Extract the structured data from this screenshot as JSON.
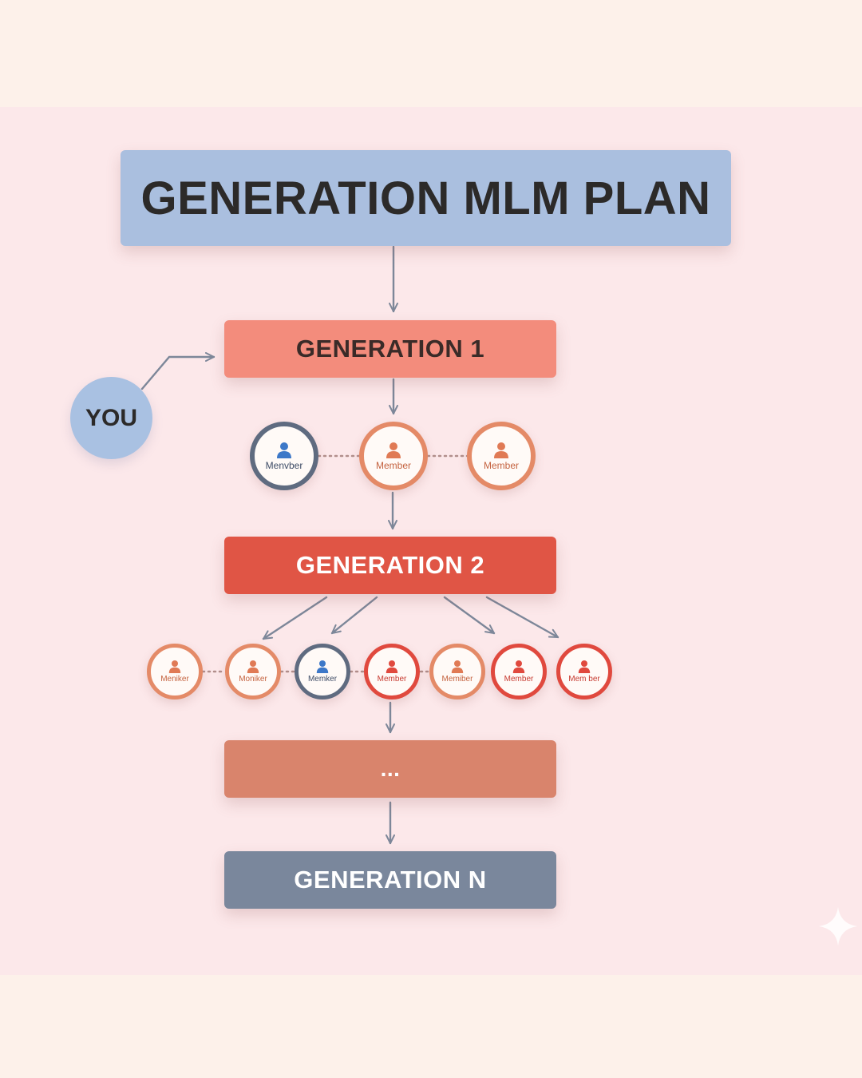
{
  "title": "GENERATION MLM PLAN",
  "you_label": "YOU",
  "generations": [
    {
      "label": "GENERATION 1"
    },
    {
      "label": "GENERATION 2"
    },
    {
      "label": "..."
    },
    {
      "label": "GENERATION N"
    }
  ],
  "gen1_members": [
    {
      "label": "Menvber",
      "color": "#5f6b80",
      "icon_color": "#3d78c8"
    },
    {
      "label": "Member",
      "color": "#e48a67",
      "icon_color": "#e07a55"
    },
    {
      "label": "Member",
      "color": "#e48a67",
      "icon_color": "#e07a55"
    }
  ],
  "gen2_members": [
    {
      "label": "Meniker",
      "color": "#e48a67",
      "icon_color": "#e07a55"
    },
    {
      "label": "Moniker",
      "color": "#e48a67",
      "icon_color": "#e07a55"
    },
    {
      "label": "Memker",
      "color": "#5f6b80",
      "icon_color": "#3d78c8"
    },
    {
      "label": "Member",
      "color": "#e0493e",
      "icon_color": "#e0493e"
    },
    {
      "label": "Memiber",
      "color": "#e48a67",
      "icon_color": "#e07a55"
    },
    {
      "label": "Member",
      "color": "#e0493e",
      "icon_color": "#e0493e"
    },
    {
      "label": "Mem ber",
      "color": "#e0493e",
      "icon_color": "#e0493e"
    }
  ],
  "icons": {
    "member": "person-icon",
    "decoration": "sparkle-icon"
  },
  "colors": {
    "title_box": "#aabfdf",
    "generation_1": "#f38c7c",
    "generation_2": "#e05545",
    "generation_more": "#d9846c",
    "generation_n": "#7a879c",
    "connector": "#7d8799"
  }
}
